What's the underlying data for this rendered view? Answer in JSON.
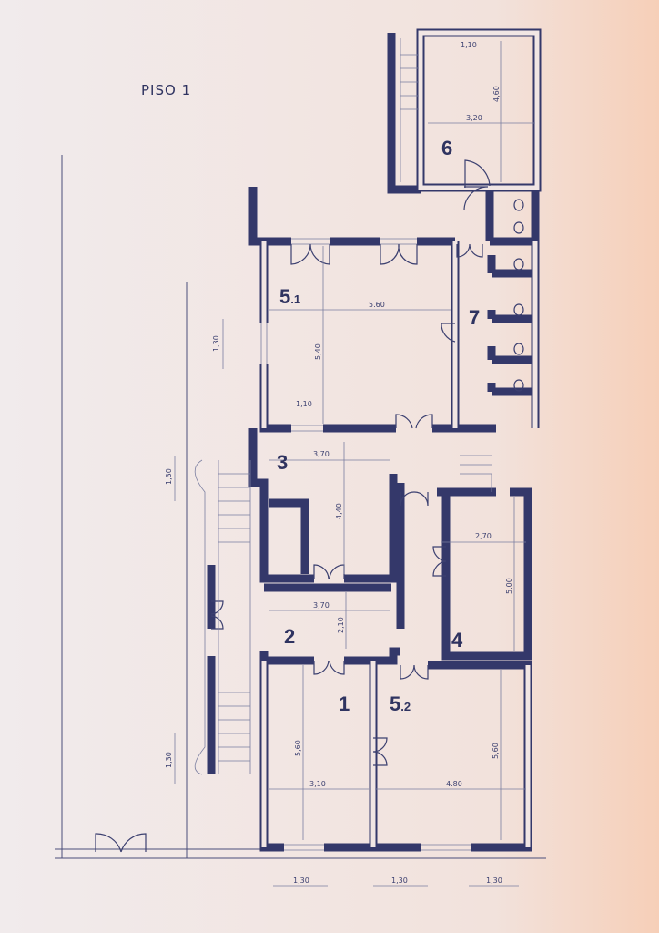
{
  "title": "PISO 1",
  "rooms": {
    "r1": "1",
    "r2": "2",
    "r3": "3",
    "r4": "4",
    "r51": "5",
    "r51_sub": ".1",
    "r52": "5",
    "r52_sub": ".2",
    "r6": "6",
    "r7": "7"
  },
  "dimensions": {
    "r6_door": "1,10",
    "r6_height": "4,60",
    "r6_width": "3,20",
    "r51_width": "5.60",
    "r51_height": "5,40",
    "r51_window": "1,10",
    "left_upper": "1,30",
    "r3_width": "3,70",
    "r3_height": "4,40",
    "left_mid": "1,30",
    "r2_width": "3,70",
    "r2_height": "2,10",
    "r4_width": "2,70",
    "r4_height": "5,00",
    "left_lower": "1,30",
    "r1_width": "3,10",
    "r1_height": "5,60",
    "r52_width": "4.80",
    "r52_height": "5,60",
    "bottom_1": "1,30",
    "bottom_2": "1,30",
    "bottom_3": "1,30"
  },
  "colors": {
    "ink": "#34386a",
    "paper": "#f3e4de"
  }
}
